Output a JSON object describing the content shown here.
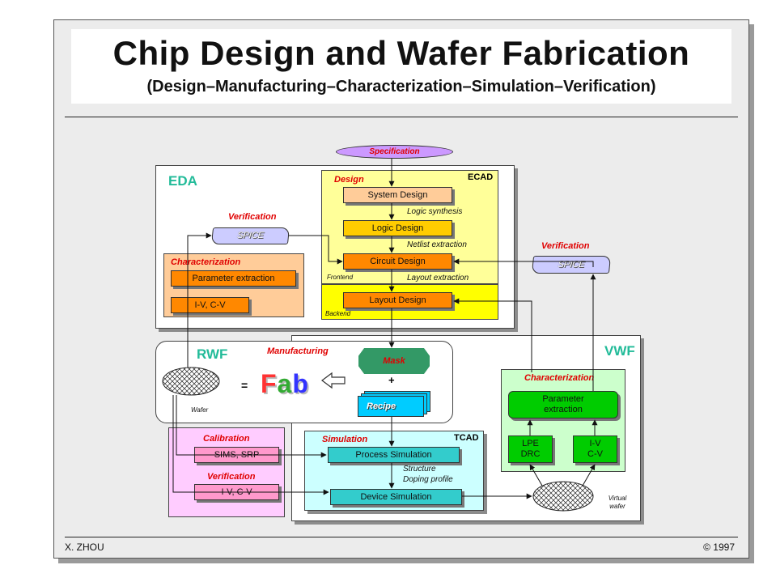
{
  "title": "Chip Design and Wafer Fabrication",
  "subtitle": "(Design–Manufacturing–Characterization–Simulation–Verification)",
  "footer": {
    "author": "X. ZHOU",
    "copyright": "© 1997"
  },
  "spec": "Specification",
  "eda": {
    "label": "EDA",
    "verification": "Verification",
    "spice": "SPICE",
    "characterization": "Characterization",
    "param_extraction": "Parameter extraction",
    "iv_cv": "I-V, C-V"
  },
  "ecad": {
    "label": "ECAD",
    "design": "Design",
    "system_design": "System Design",
    "logic_synthesis": "Logic synthesis",
    "logic_design": "Logic Design",
    "netlist_extraction": "Netlist extraction",
    "circuit_design": "Circuit Design",
    "frontend": "Frontend",
    "layout_extraction": "Layout extraction",
    "layout_design": "Layout Design",
    "backend": "Backend"
  },
  "rwf": {
    "label": "RWF",
    "manufacturing": "Manufacturing",
    "mask": "Mask",
    "plus": "+",
    "recipe": "Recipe",
    "equals": "=",
    "fab_letters": [
      "F",
      "a",
      "b"
    ],
    "wafer": "Wafer"
  },
  "calibration_panel": {
    "calibration": "Calibration",
    "sims_srp": "SIMS, SRP",
    "verification": "Verification",
    "iv_cv": "I-V, C-V"
  },
  "tcad": {
    "label": "TCAD",
    "simulation": "Simulation",
    "process_sim": "Process Simulation",
    "structure": "Structure",
    "doping_profile": "Doping profile",
    "device_sim": "Device Simulation"
  },
  "vwf": {
    "label": "VWF",
    "verification": "Verification",
    "spice": "SPICE",
    "characterization": "Characterization",
    "param_extraction": "Parameter extraction",
    "lpe_drc": "LPE DRC",
    "iv_cv": "I-V C-V",
    "virtual_wafer": "Virtual wafer"
  },
  "colors": {
    "eda_label": "#22bb99",
    "rwf_label": "#22bb99",
    "vwf_label": "#22bb99",
    "ecad_bg": "#ffff99",
    "backend_bg": "#ffff00",
    "eda_char_bg": "#ffcc99",
    "orange_box": "#ff8800",
    "calib_bg": "#ffccff",
    "calib_box": "#ff99cc",
    "tcad_bg": "#ccffff",
    "teal_box": "#33cccc",
    "vwf_char_bg": "#ccffcc",
    "green_box": "#00cc00",
    "mask": "#339966",
    "recipe": "#00ccff",
    "spec": "#cc99ff",
    "spice": "#ccccff",
    "red_label": "#e00000"
  },
  "fab_colors": [
    "#ff3333",
    "#33aa33",
    "#3333ff"
  ]
}
